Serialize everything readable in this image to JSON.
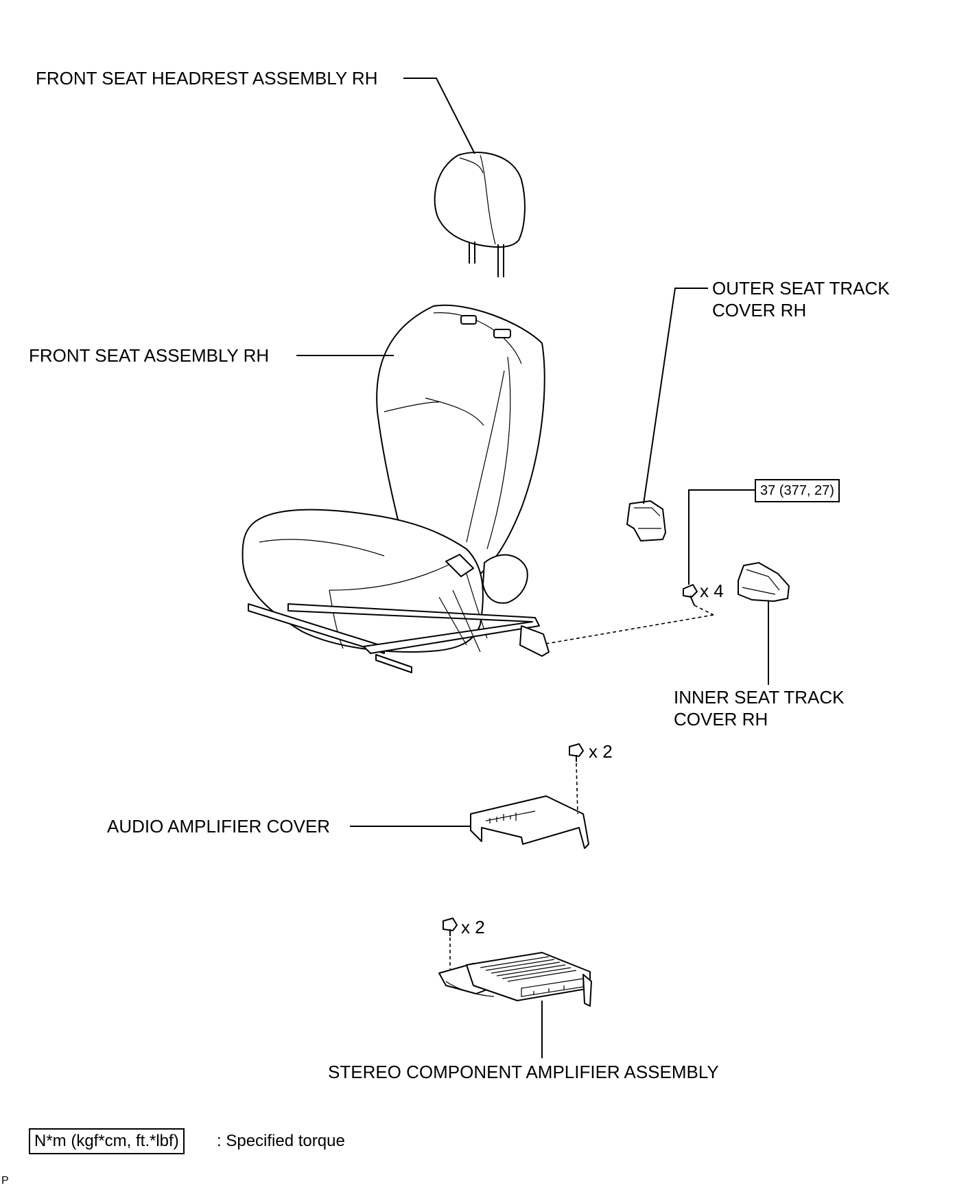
{
  "labels": {
    "headrest": "FRONT SEAT HEADREST ASSEMBLY RH",
    "seat": "FRONT SEAT ASSEMBLY RH",
    "outer_cover_line1": "OUTER SEAT TRACK",
    "outer_cover_line2": "COVER RH",
    "inner_cover_line1": "INNER SEAT TRACK",
    "inner_cover_line2": "COVER RH",
    "amp_cover": "AUDIO AMPLIFIER COVER",
    "amp_assembly": "STEREO COMPONENT AMPLIFIER ASSEMBLY"
  },
  "fasteners": {
    "seat_bolts_qty": "x 4",
    "cover_bolts_qty": "x 2",
    "amp_bolts_qty": "x 2"
  },
  "torque": {
    "seat_bolts": "37 (377, 27)"
  },
  "legend": {
    "unit_box": "N*m (kgf*cm, ft.*lbf)",
    "description": ": Specified torque"
  },
  "corner_mark": "P"
}
